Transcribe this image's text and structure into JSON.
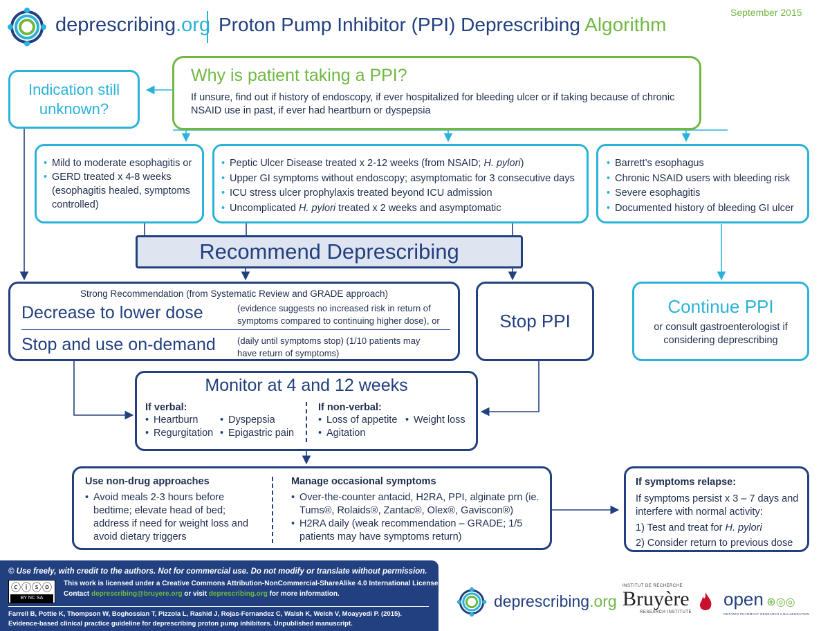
{
  "header": {
    "brand_main": "deprescribing",
    "brand_tld": ".org",
    "title_main": "Proton Pump Inhibitor (PPI) Deprescribing",
    "title_accent": "Algorithm",
    "date": "September 2015"
  },
  "why": {
    "title": "Why is patient taking a PPI?",
    "text": "If unsure, find out if history of endoscopy, if ever hospitalized for bleeding ulcer or if taking because of chronic NSAID use in past, if ever had heartburn or dyspepsia"
  },
  "unknown": {
    "text": "Indication still unknown?"
  },
  "gerd": {
    "items": [
      "Mild to moderate esophagitis or",
      "GERD treated x 4-8 weeks (esophagitis healed, symptoms controlled)"
    ]
  },
  "pud": {
    "items": [
      [
        "Peptic Ulcer Disease treated x 2-12 weeks (from NSAID; ",
        "H. pylori",
        ")"
      ],
      [
        "Upper GI symptoms without endoscopy; asymptomatic for 3 consecutive days",
        "",
        ""
      ],
      [
        "ICU stress ulcer prophylaxis treated beyond ICU admission",
        "",
        ""
      ],
      [
        "Uncomplicated ",
        "H. pylori",
        " treated x 2 weeks and asymptomatic"
      ]
    ]
  },
  "barrett": {
    "items": [
      "Barrett’s esophagus",
      "Chronic NSAID users with bleeding risk",
      "Severe esophagitis",
      "Documented history of bleeding GI ulcer"
    ]
  },
  "recommend": {
    "text": "Recommend Deprescribing"
  },
  "decrease": {
    "header": "Strong Recommendation (from Systematic Review and GRADE approach)",
    "opt1": "Decrease to lower dose",
    "opt1_note": "(evidence suggests no increased risk in return of symptoms compared to continuing higher dose), or",
    "opt2": "Stop and use on-demand",
    "opt2_note": "(daily until symptoms stop) (1/10 patients may have return of symptoms)"
  },
  "stop": {
    "text": "Stop PPI"
  },
  "cont": {
    "title": "Continue PPI",
    "sub": "or consult gastroenterologist if considering deprescribing"
  },
  "monitor": {
    "title": "Monitor at 4 and 12 weeks",
    "verbal_label": "If verbal:",
    "verbal_col1": [
      "Heartburn",
      "Regurgitation"
    ],
    "verbal_col2": [
      "Dyspepsia",
      "Epigastric pain"
    ],
    "nonverbal_label": "If non-verbal:",
    "nonverbal_col1": [
      "Loss of appetite",
      "Agitation"
    ],
    "nonverbal_col2": [
      "Weight loss"
    ]
  },
  "nondrug": {
    "title": "Use non-drug approaches",
    "text": "Avoid meals 2-3 hours before bedtime; elevate head of bed; address if need for weight loss and avoid dietary triggers"
  },
  "occasional": {
    "title": "Manage occasional symptoms",
    "item1": "Over-the-counter antacid, H2RA, PPI,  alginate prn (ie. Tums®, Rolaids®, Zantac®, Olex®, Gaviscon®)",
    "item2": "H2RA daily (weak recommendation – GRADE; 1/5 patients may have symptoms return)"
  },
  "relapse": {
    "title": "If symptoms relapse:",
    "text": "If symptoms persist x 3 – 7 days and interfere with normal activity:",
    "step1_pre": "1) Test and treat for ",
    "step1_em": "H. pylori",
    "step2": "2) Consider return to previous dose"
  },
  "footer": {
    "use_freely": "© Use freely, with credit to the authors. Not for commercial use. Do not modify or translate without permission.",
    "cc_badge": "BY NC SA",
    "license": "This work is licensed under a Creative Commons Attribution-NonCommercial-ShareAlike 4.0 International License.",
    "contact_pre": "Contact ",
    "contact_email": "deprescribing@bruyere.org",
    "contact_mid": " or visit ",
    "contact_site": "deprescribing.org",
    "contact_post": " for more information.",
    "citation1": "Farrell B, Pottie K, Thompson W, Boghossian T, Pizzola L, Rashid J, Rojas-Fernandez C, Walsh K, Welch V, Moayyedi P. (2015).",
    "citation2": "Evidence-based clinical practice guideline for deprescribing proton pump inhibitors. Unpublished manuscript."
  },
  "logos": {
    "brand_main": "deprescribing",
    "brand_tld": ".org",
    "bruyere_small": "INSTITUT DE RECHERCHE",
    "bruyere": "Bruyère",
    "bruyere_sub": "RESEARCH INSTITUTE",
    "open": "open",
    "open_sub": "ONTARIO PHARMACY RESEARCH COLLABORATION"
  },
  "colors": {
    "cyan": "#2bb2d9",
    "navy": "#22407f",
    "green": "#70b843",
    "footer_bg": "#22407f"
  }
}
